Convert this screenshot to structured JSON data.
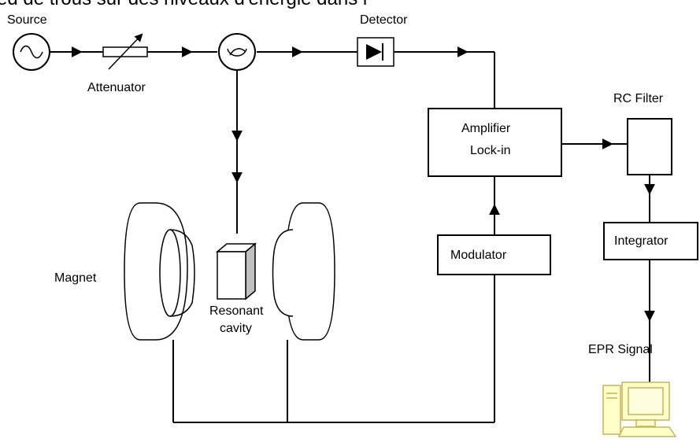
{
  "header_fragment": "ed de trous sur des niveaux d'énergie dans l",
  "labels": {
    "source": "Source",
    "attenuator": "Attenuator",
    "detector": "Detector",
    "rc_filter": "RC Filter",
    "amplifier_line1": "Amplifier",
    "amplifier_line2": "Lock-in",
    "modulator": "Modulator",
    "integrator": "Integrator",
    "magnet": "Magnet",
    "resonant_line1": "Resonant",
    "resonant_line2": "cavity",
    "epr_signal": "EPR Signal"
  },
  "icons": [
    "ac-source-icon",
    "variable-attenuator-icon",
    "circulator-icon",
    "diode-detector-icon",
    "resonant-cavity-icon",
    "magnet-coil-icon",
    "computer-icon"
  ],
  "colors": {
    "line": "#000000",
    "computer_fill": "#ffffc8",
    "computer_stroke": "#c8b45a",
    "cavity_side": "#c0c0c0"
  }
}
